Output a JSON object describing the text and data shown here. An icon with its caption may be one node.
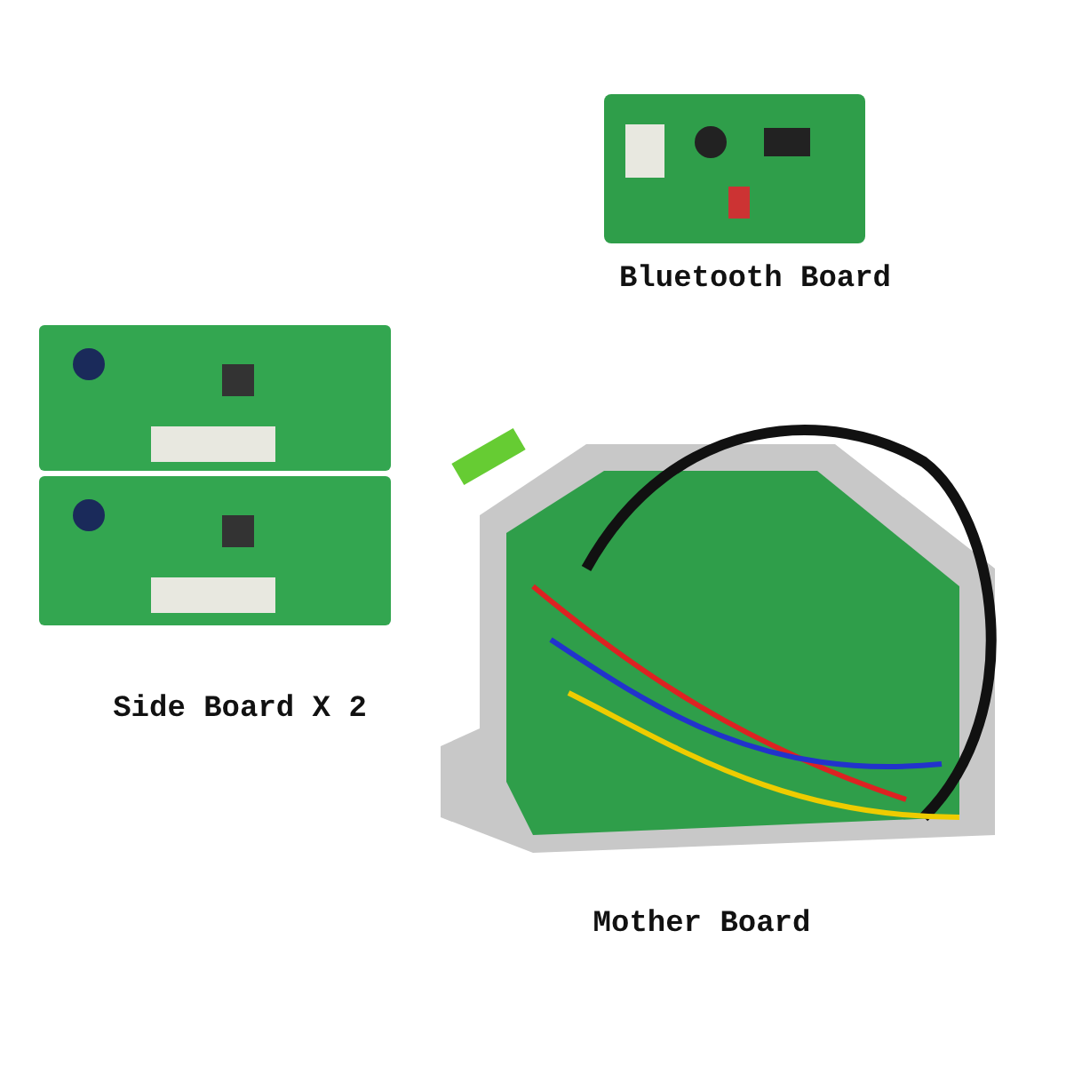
{
  "diagram": {
    "labels": [
      "Bluetooth Board",
      "Side Board X 2",
      "Mother Board"
    ]
  }
}
